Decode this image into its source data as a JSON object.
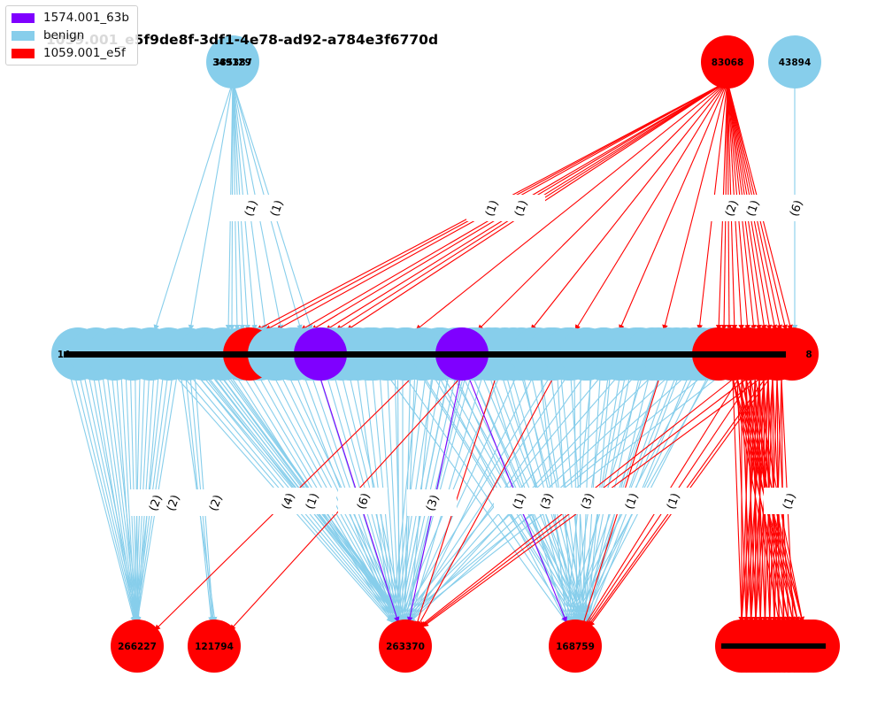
{
  "title": "1059.001_e5f9de8f-3df1-4e78-ad92-a784e3f6770d",
  "colors": {
    "technique_1574": "#7f00ff",
    "benign": "#87ceeb",
    "technique_1059": "#ff0000"
  },
  "legend": [
    {
      "label": "1574.001_63b",
      "color": "#7f00ff"
    },
    {
      "label": "benign",
      "color": "#87ceeb"
    },
    {
      "label": "1059.001_e5f",
      "color": "#ff0000"
    }
  ],
  "nodes": {
    "top": [
      {
        "label": "385387",
        "color": "benign"
      },
      {
        "label": "83068",
        "color": "technique_1059"
      },
      {
        "label": "43894",
        "color": "benign"
      }
    ],
    "middle_first": "14",
    "middle_last": "8",
    "bottom": [
      {
        "label": "266227",
        "color": "technique_1059"
      },
      {
        "label": "121794",
        "color": "technique_1059"
      },
      {
        "label": "263370",
        "color": "technique_1059"
      },
      {
        "label": "168759",
        "color": "technique_1059"
      },
      {
        "label": "",
        "color": "technique_1059"
      }
    ]
  },
  "edge_labels": {
    "upper": [
      "(1)",
      "(1)",
      "(1)",
      "(1)",
      "(2)",
      "(1)",
      "(6)"
    ],
    "lower": [
      "(2)",
      "(2)",
      "(2)",
      "(4)",
      "(1)",
      "(6)",
      "(3)",
      "(1)",
      "(3)",
      "(3)",
      "(1)",
      "(1)",
      "(1)"
    ]
  }
}
